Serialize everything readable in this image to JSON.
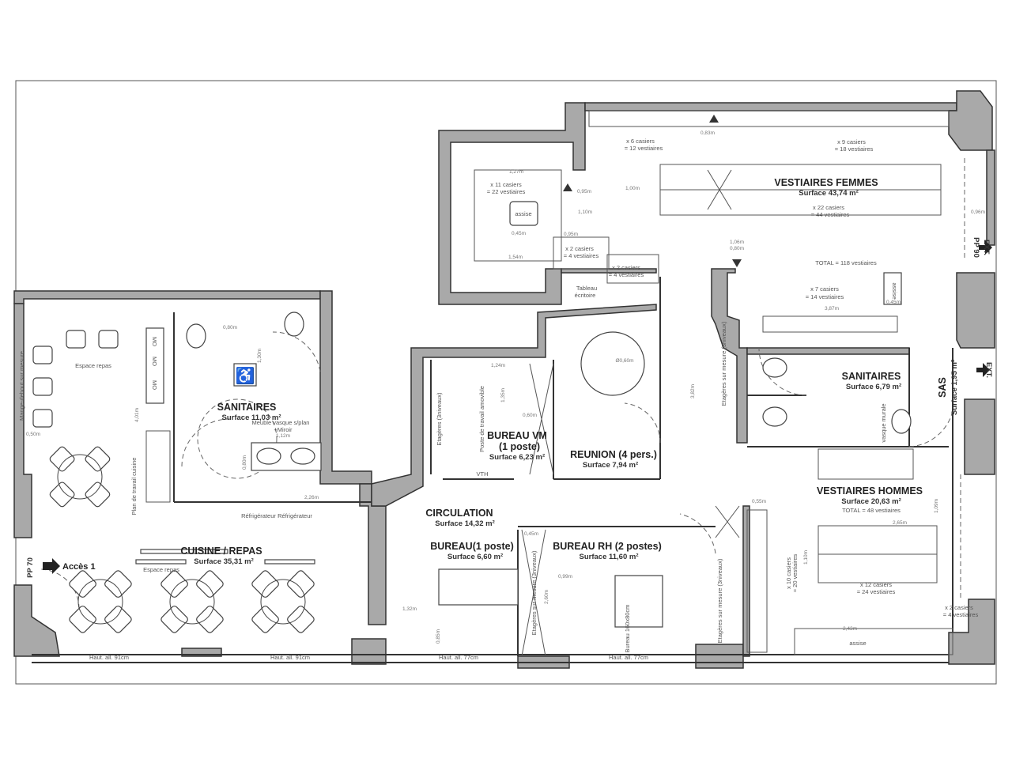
{
  "rooms": {
    "vestiaires_femmes": {
      "name": "VESTIAIRES FEMMES",
      "surface": "Surface 43,74 m²"
    },
    "sanitaires_1": {
      "name": "SANITAIRES",
      "surface": "Surface 11,03 m²"
    },
    "sanitaires_2": {
      "name": "SANITAIRES",
      "surface": "Surface 6,79 m²"
    },
    "sas": {
      "name": "SAS",
      "surface": "Surface 1,95 m²"
    },
    "bureau_vm": {
      "name": "BUREAU VM",
      "sub": "(1 poste)",
      "surface": "Surface 6,23 m²"
    },
    "reunion": {
      "name": "REUNION (4 pers.)",
      "surface": "Surface 7,94 m²"
    },
    "circulation": {
      "name": "CIRCULATION",
      "surface": "Surface 14,32 m²"
    },
    "bureau": {
      "name": "BUREAU(1 poste)",
      "surface": "Surface 6,60 m²"
    },
    "bureau_rh": {
      "name": "BUREAU RH (2 postes)",
      "surface": "Surface 11,60 m²"
    },
    "vestiaires_hommes": {
      "name": "VESTIAIRES HOMMES",
      "surface": "Surface 20,63 m²",
      "total": "TOTAL = 48 vestiaires"
    },
    "cuisine": {
      "name": "CUISINE / REPAS",
      "surface": "Surface 35,31 m²"
    }
  },
  "notes": {
    "vf_total": "TOTAL = 118 vestiaires",
    "c11_a": "x 11 casiers",
    "c11_b": "= 22 vestiaires",
    "c6_a": "x 6 casiers",
    "c6_b": "= 12 vestiaires",
    "c9_a": "x 9 casiers",
    "c9_b": "= 18 vestiaires",
    "c22_a": "x 22 casiers",
    "c22_b": "= 44 vestiaires",
    "c2a_a": "x 2 casiers",
    "c2a_b": "= 4 vestiaires",
    "c2b_a": "x 2 casiers",
    "c2b_b": "= 4 vestiaires",
    "c7_a": "x 7 casiers",
    "c7_b": "= 14 vestiaires",
    "c10_a": "x 10 casiers",
    "c10_b": "= 20 vestiaires",
    "c12_a": "x 12 casiers",
    "c12_b": "= 24 vestiaires",
    "c2c_a": "x 2 casiers",
    "c2c_b": "= 4 vestiaires",
    "assise": "assise",
    "assise2": "assise",
    "assise3": "assise",
    "tableau": "Tableau",
    "ecritoire": "écritoire",
    "espace_repas_1": "Espace repas",
    "espace_repas_2": "Espace repas",
    "mange_debout": "Mange-debout sur mesure",
    "plan_travail": "Plan de travail cuisine",
    "vasque": "Meuble vasque s/plan",
    "miroir": "+Miroir",
    "refrig_1": "Réfrigérateur",
    "refrig_2": "Réfrigérateur",
    "mo": "MO",
    "mo2": "MO",
    "mo3": "MO",
    "vasque_murale": "vasque murale",
    "etageres_1": "Etagères (3niveaux)",
    "poste_travail": "Poste de travail amovible",
    "etageres_2": "Etagères sur mesure (3niveaux)",
    "etageres_3": "Etagères sur mesure (3niveaux)",
    "etageres_4": "Etagères sur mesure (3niveaux)",
    "bureau_desk": "Bureau 160x80cm",
    "haut_1": "Haut. all. 91cm",
    "haut_2": "Haut. all. 91cm",
    "haut_3": "Haut. all. 77cm",
    "haut_4": "Haut. all. 77cm",
    "vth": "VTH"
  },
  "access": {
    "acces_1": "Accès 1",
    "pp70": "PP 70",
    "pp90": "PP 90",
    "ext_1": "EXT.",
    "ext_2": "EXT."
  },
  "dimensions": {
    "d1": "1,27m",
    "d2": "0,95m",
    "d3": "1,10m",
    "d4": "1,00m",
    "d5": "0,45m",
    "d6": "1,54m",
    "d7": "0,95m",
    "d8": "0,83m",
    "d9": "0,96m",
    "d10": "1,06m",
    "d11": "0,80m",
    "d12": "3,87m",
    "d13": "0,45m",
    "d14": "0,50m",
    "d15": "4,01m",
    "d16": "0,80m",
    "d17": "1,30m",
    "d18": "1,12m",
    "d19": "0,80m",
    "d20": "2,26m",
    "d21": "1,24m",
    "d22": "1,35m",
    "d23": "0,60m",
    "d24": "Ø0,60m",
    "d25": "3,82m",
    "d26": "0,45m",
    "d27": "0,99m",
    "d28": "2,60m",
    "d29": "1,32m",
    "d30": "0,85m",
    "d31": "2,65m",
    "d32": "1,10m",
    "d33": "2,43m",
    "d34": "1,09m",
    "d35": "0,55m"
  },
  "colors": {
    "wall": "#a9a9a9",
    "line": "#333333",
    "background": "#ffffff"
  }
}
